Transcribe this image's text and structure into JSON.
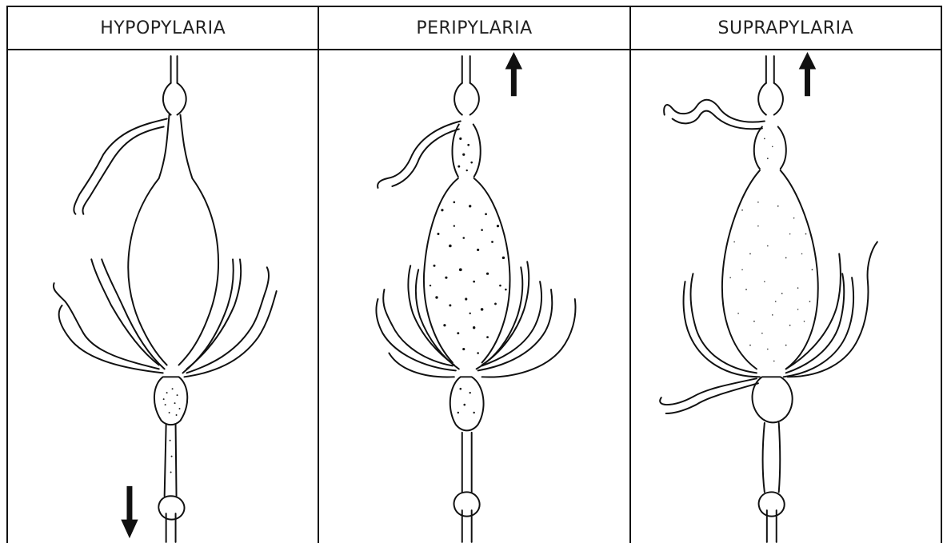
{
  "panels": [
    {
      "title": "HYPOPYLARIA",
      "arrow": "down",
      "stipple": "neck"
    },
    {
      "title": "PERIPYLARIA",
      "arrow": "up",
      "stipple": "body-heavy"
    },
    {
      "title": "SUPRAPYLARIA",
      "arrow": "up",
      "stipple": "body-light"
    }
  ],
  "colors": {
    "ink": "#111111",
    "background": "#ffffff"
  }
}
